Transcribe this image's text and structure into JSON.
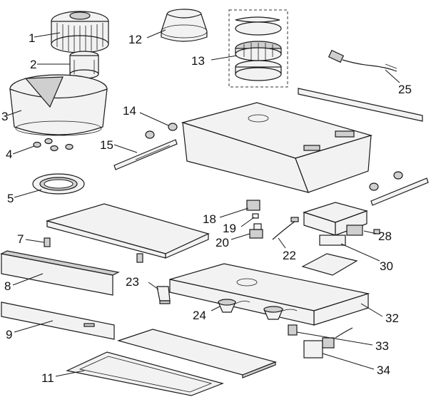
{
  "callouts": [
    {
      "id": "1",
      "label": "1"
    },
    {
      "id": "2",
      "label": "2"
    },
    {
      "id": "3",
      "label": "3"
    },
    {
      "id": "4",
      "label": "4"
    },
    {
      "id": "5",
      "label": "5"
    },
    {
      "id": "7",
      "label": "7"
    },
    {
      "id": "8",
      "label": "8"
    },
    {
      "id": "9",
      "label": "9"
    },
    {
      "id": "11",
      "label": "11"
    },
    {
      "id": "12",
      "label": "12"
    },
    {
      "id": "13",
      "label": "13"
    },
    {
      "id": "14",
      "label": "14"
    },
    {
      "id": "15",
      "label": "15"
    },
    {
      "id": "18",
      "label": "18"
    },
    {
      "id": "19",
      "label": "19"
    },
    {
      "id": "20",
      "label": "20"
    },
    {
      "id": "22",
      "label": "22"
    },
    {
      "id": "23",
      "label": "23"
    },
    {
      "id": "24",
      "label": "24"
    },
    {
      "id": "25",
      "label": "25"
    },
    {
      "id": "28",
      "label": "28"
    },
    {
      "id": "30",
      "label": "30"
    },
    {
      "id": "32",
      "label": "32"
    },
    {
      "id": "33",
      "label": "33"
    },
    {
      "id": "34",
      "label": "34"
    }
  ]
}
